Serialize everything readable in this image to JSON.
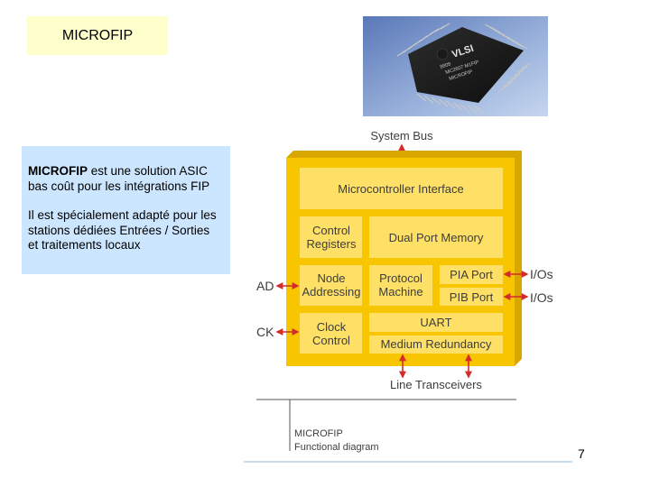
{
  "slide": {
    "title": "MICROFIP",
    "page_number": "7"
  },
  "description": {
    "bold": "MICROFIP",
    "line1_rest": " est une solution ASIC bas coût pour les intégrations FIP",
    "paragraph2": "Il est spécialement adapté pour les stations dédiées Entrées / Sorties et traitements locaux"
  },
  "chip_photo": {
    "logo": "VLSI",
    "marking_lines": [
      "8808",
      "MC2607 M1FIP",
      "MICROFIP"
    ]
  },
  "diagram": {
    "system_bus": "System Bus",
    "blocks": {
      "microcontroller_interface": "Microcontroller Interface",
      "control_registers": [
        "Control",
        "Registers"
      ],
      "dual_port_memory": "Dual Port Memory",
      "node_addressing": [
        "Node",
        "Addressing"
      ],
      "protocol_machine": [
        "Protocol",
        "Machine"
      ],
      "pia_port": "PIA Port",
      "pib_port": "PIB Port",
      "clock_control": [
        "Clock",
        "Control"
      ],
      "uart": "UART",
      "medium_redundancy": "Medium Redundancy"
    },
    "external": {
      "ad": "AD",
      "ck": "CK",
      "ios_a": "I/Os",
      "ios_b": "I/Os",
      "line_transceivers": "Line Transceivers"
    },
    "caption_line1": "MICROFIP",
    "caption_line2": "Functional diagram",
    "colors": {
      "outer_block": "#f7c600",
      "inner_block": "#ffe066",
      "text": "#3d3d3d",
      "arrow": "#d42b2b"
    }
  }
}
